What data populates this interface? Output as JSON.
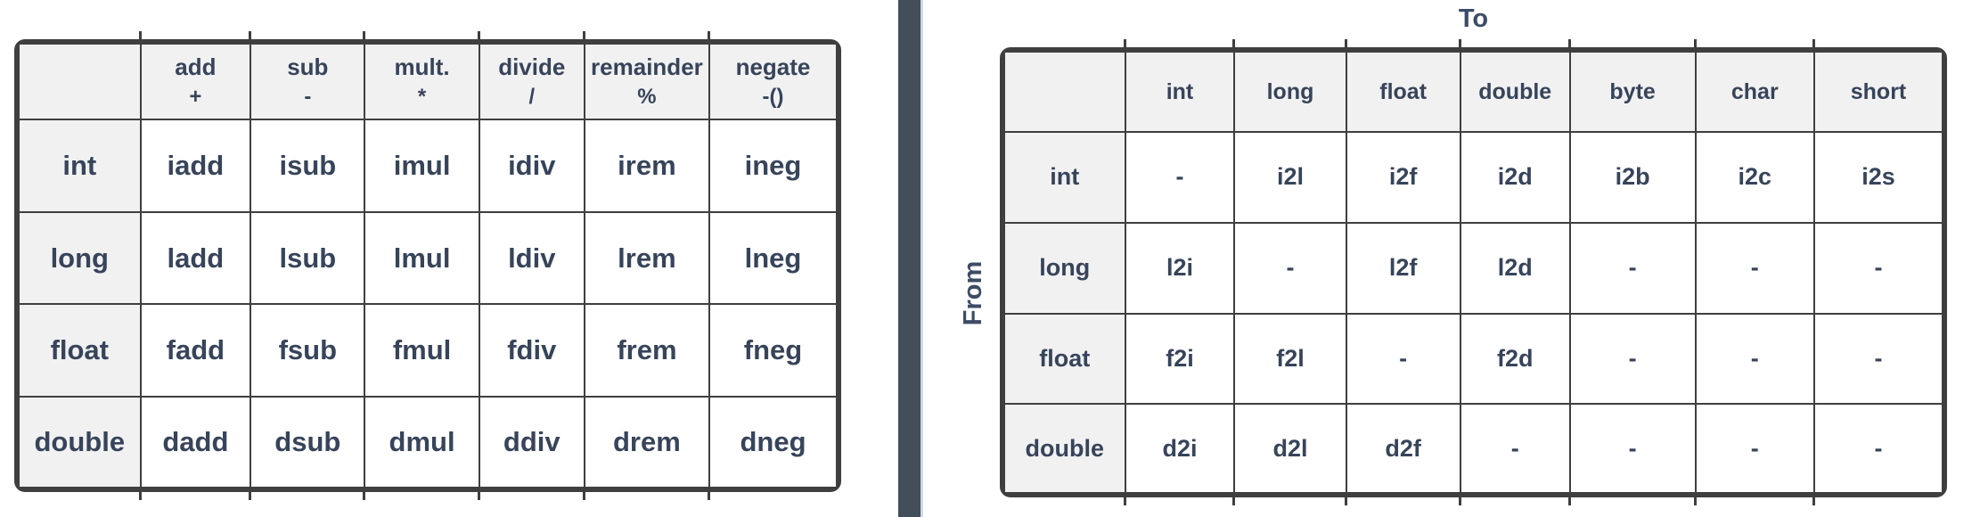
{
  "colors": {
    "text": "#37445A",
    "axis_label": "#3D4C66",
    "table_border": "#3F3F3F",
    "header_fill": "#F1F1F2",
    "cell_fill": "#FFFFFF",
    "divider_bar": "#444E5B",
    "divider_edge": "#CCD8E2",
    "background": "#FFFFFF"
  },
  "arithmetic_table": {
    "corner": "",
    "columns": [
      {
        "label": "add",
        "symbol": "+"
      },
      {
        "label": "sub",
        "symbol": "-"
      },
      {
        "label": "mult.",
        "symbol": "*"
      },
      {
        "label": "divide",
        "symbol": "/"
      },
      {
        "label": "remainder",
        "symbol": "%"
      },
      {
        "label": "negate",
        "symbol": "-()"
      }
    ],
    "rows": [
      {
        "type": "int",
        "cells": [
          "iadd",
          "isub",
          "imul",
          "idiv",
          "irem",
          "ineg"
        ]
      },
      {
        "type": "long",
        "cells": [
          "ladd",
          "lsub",
          "lmul",
          "ldiv",
          "lrem",
          "lneg"
        ]
      },
      {
        "type": "float",
        "cells": [
          "fadd",
          "fsub",
          "fmul",
          "fdiv",
          "frem",
          "fneg"
        ]
      },
      {
        "type": "double",
        "cells": [
          "dadd",
          "dsub",
          "dmul",
          "ddiv",
          "drem",
          "dneg"
        ]
      }
    ]
  },
  "conversion_table": {
    "axis_to": "To",
    "axis_from": "From",
    "corner": "",
    "columns": [
      "int",
      "long",
      "float",
      "double",
      "byte",
      "char",
      "short"
    ],
    "rows": [
      {
        "type": "int",
        "cells": [
          "-",
          "i2l",
          "i2f",
          "i2d",
          "i2b",
          "i2c",
          "i2s"
        ]
      },
      {
        "type": "long",
        "cells": [
          "l2i",
          "-",
          "l2f",
          "l2d",
          "-",
          "-",
          "-"
        ]
      },
      {
        "type": "float",
        "cells": [
          "f2i",
          "f2l",
          "-",
          "f2d",
          "-",
          "-",
          "-"
        ]
      },
      {
        "type": "double",
        "cells": [
          "d2i",
          "d2l",
          "d2f",
          "-",
          "-",
          "-",
          "-"
        ]
      }
    ]
  }
}
